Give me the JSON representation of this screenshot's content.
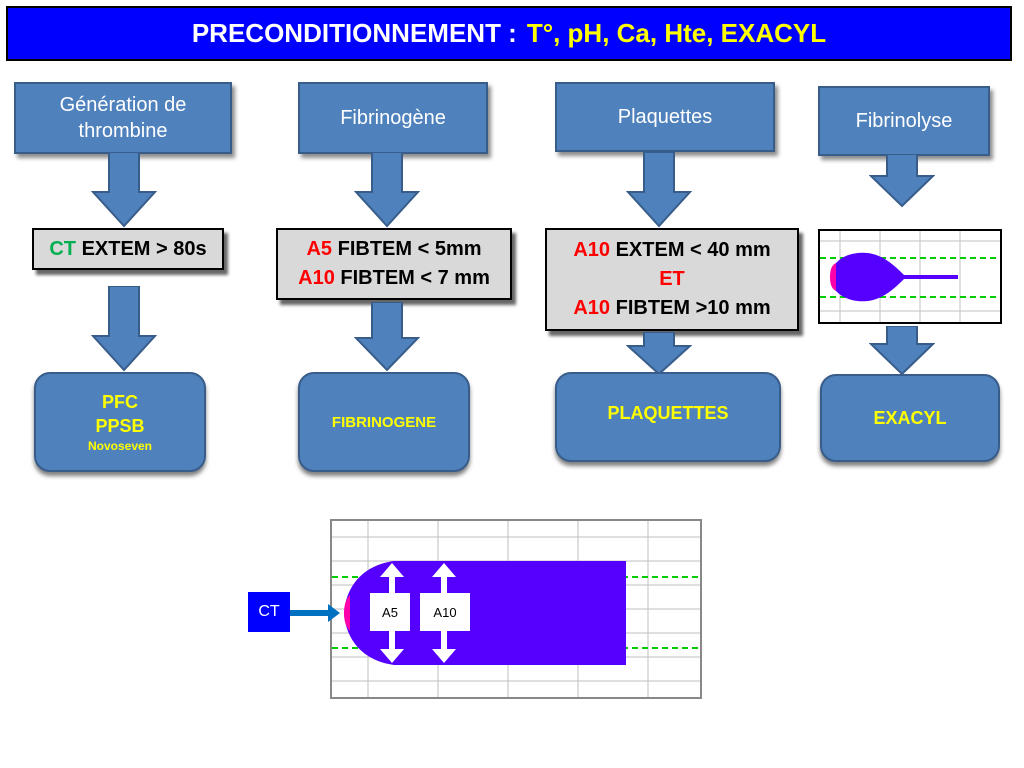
{
  "title": {
    "prefix": "PRECONDITIONNEMENT :",
    "highlight": "T°, pH, Ca, Hte,  EXACYL"
  },
  "columns": [
    {
      "category": "Génération de thrombine",
      "criteria": [
        {
          "parts": [
            {
              "t": "CT",
              "c": "green"
            },
            {
              "t": " EXTEM > 80s",
              "c": "black"
            }
          ]
        }
      ],
      "treatment": [
        "PFC",
        "PPSB",
        "Novoseven"
      ]
    },
    {
      "category": "Fibrinogène",
      "criteria": [
        {
          "parts": [
            {
              "t": "A5",
              "c": "red"
            },
            {
              "t": " FIBTEM < 5mm",
              "c": "black"
            }
          ]
        },
        {
          "parts": [
            {
              "t": "A10",
              "c": "red"
            },
            {
              "t": " FIBTEM < 7 mm",
              "c": "black"
            }
          ]
        }
      ],
      "treatment": [
        "FIBRINOGENE"
      ]
    },
    {
      "category": "Plaquettes",
      "criteria": [
        {
          "parts": [
            {
              "t": "A10",
              "c": "red"
            },
            {
              "t": " EXTEM < 40 mm",
              "c": "black"
            }
          ]
        },
        {
          "parts": [
            {
              "t": "ET",
              "c": "red"
            }
          ]
        },
        {
          "parts": [
            {
              "t": "A10",
              "c": "red"
            },
            {
              "t": " FIBTEM >10 mm",
              "c": "black"
            }
          ]
        }
      ],
      "treatment": [
        "PLAQUETTES"
      ]
    },
    {
      "category": "Fibrinolyse",
      "criteria": [],
      "treatment": [
        "EXACYL"
      ]
    }
  ],
  "trace_labels": {
    "ct": "CT",
    "a5": "A5",
    "a10": "A10"
  },
  "colors": {
    "title_bg": "#0000ff",
    "box_blue": "#4f81bd",
    "trace": "#5500ff",
    "highlight": "#ffff00",
    "red": "#ff0000",
    "green": "#00b050"
  }
}
